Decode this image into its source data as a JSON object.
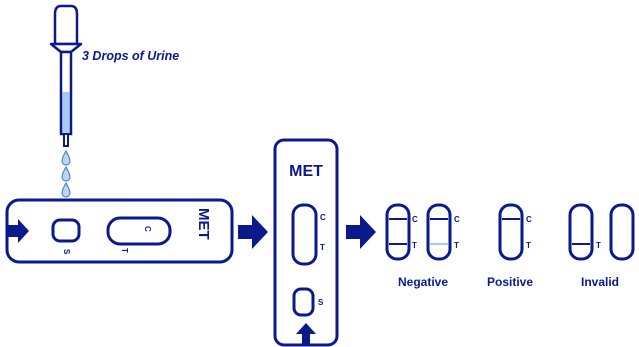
{
  "dropper": {
    "instruction": "3 Drops of Urine"
  },
  "cassette_horizontal": {
    "brand": "MET",
    "sample_label": "S",
    "control_label": "C",
    "test_label": "T"
  },
  "cassette_vertical": {
    "brand": "MET",
    "control_label": "C",
    "test_label": "T",
    "sample_label": "S"
  },
  "results": [
    {
      "label": "Negative",
      "windows": [
        {
          "control": "C",
          "test": "T"
        },
        {
          "control": "C",
          "test": "T"
        }
      ]
    },
    {
      "label": "Positive",
      "windows": [
        {
          "control": "C",
          "test": "T"
        }
      ]
    },
    {
      "label": "Invalid",
      "windows": [
        {
          "control": "",
          "test": "T"
        },
        {
          "control": "",
          "test": ""
        }
      ]
    }
  ],
  "colors": {
    "outline": "#0a1a8c",
    "liquid": "#a9c9ee",
    "drop": "#bcd6f2",
    "line_red": "#e03a3a",
    "line_faint": "#8fb8e6"
  }
}
